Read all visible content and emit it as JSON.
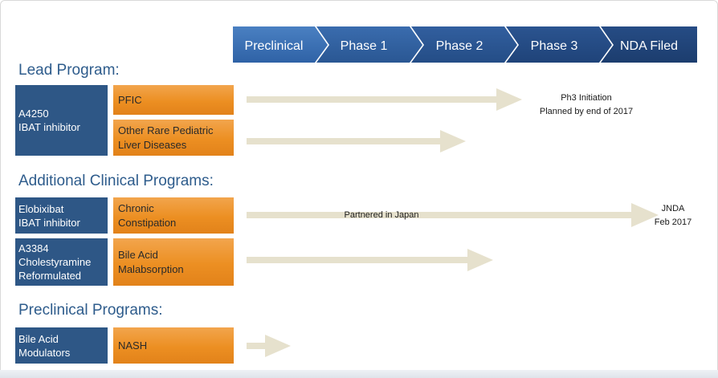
{
  "phases": [
    "Preclinical",
    "Phase 1",
    "Phase 2",
    "Phase 3",
    "NDA Filed"
  ],
  "colors": {
    "phase_light": "#3f73b5",
    "phase_dark": "#1f3f75",
    "program_box": "#2e5786",
    "indication_box": "#ec8f22",
    "progress_arrow": "#e6e1cd",
    "section_title": "#2e5c8c"
  },
  "sections": {
    "lead": "Lead Program:",
    "additional": "Additional Clinical Programs:",
    "preclinical": "Preclinical Programs:"
  },
  "programs": {
    "a4250": [
      "A4250",
      "IBAT inhibitor"
    ],
    "elobixibat": [
      "Elobixibat",
      "IBAT inhibitor"
    ],
    "a3384": [
      "A3384",
      "Cholestyramine",
      "Reformulated"
    ],
    "bile_acid_modulators": [
      "Bile Acid",
      "Modulators"
    ]
  },
  "indications": {
    "pfic": [
      "PFIC"
    ],
    "other_rare": [
      "Other Rare Pediatric",
      "Liver Diseases"
    ],
    "chronic_constipation": [
      "Chronic",
      "Constipation"
    ],
    "bile_acid_malabsorption": [
      "Bile Acid",
      "Malabsorption"
    ],
    "nash": [
      "NASH"
    ]
  },
  "annotations": {
    "pfic": [
      "Ph3 Initiation",
      "Planned by end of 2017"
    ],
    "chronic_constipation_note": "Partnered in Japan",
    "jnda": [
      "JNDA",
      "Feb 2017"
    ]
  }
}
